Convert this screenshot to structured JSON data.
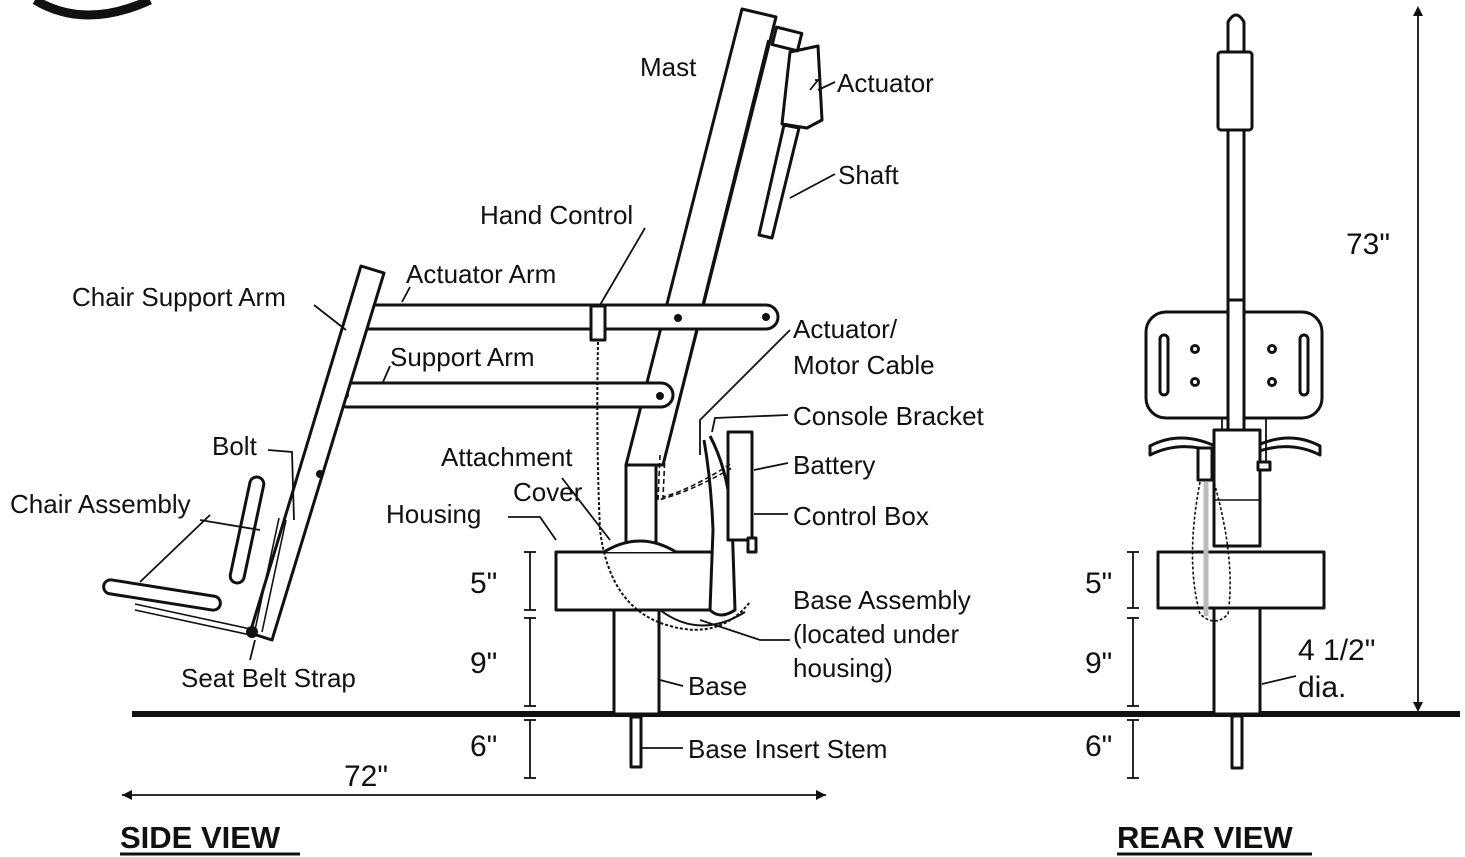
{
  "labels": {
    "mast": "Mast",
    "actuator": "Actuator",
    "shaft": "Shaft",
    "hand_control": "Hand Control",
    "actuator_arm": "Actuator Arm",
    "chair_support_arm": "Chair Support Arm",
    "actuator_motor_cable_1": "Actuator/",
    "actuator_motor_cable_2": "Motor Cable",
    "support_arm": "Support Arm",
    "console_bracket": "Console Bracket",
    "bolt": "Bolt",
    "attachment_cover_1": "Attachment",
    "attachment_cover_2": "Cover",
    "battery": "Battery",
    "chair_assembly": "Chair Assembly",
    "housing": "Housing",
    "control_box": "Control Box",
    "base_assembly_1": "Base Assembly",
    "base_assembly_2": "(located under",
    "base_assembly_3": "housing)",
    "seat_belt_strap": "Seat Belt Strap",
    "base": "Base",
    "base_insert_stem": "Base Insert Stem"
  },
  "side_dims": {
    "housing_height": "5\"",
    "base_height": "9\"",
    "stem_depth": "6\"",
    "overall_width": "72\""
  },
  "rear_dims": {
    "overall_height": "73\"",
    "housing_height": "5\"",
    "base_height": "9\"",
    "stem_depth": "6\"",
    "diameter_1": "4 1/2\"",
    "diameter_2": "dia."
  },
  "views": {
    "side": "SIDE VIEW",
    "rear": "REAR VIEW"
  }
}
